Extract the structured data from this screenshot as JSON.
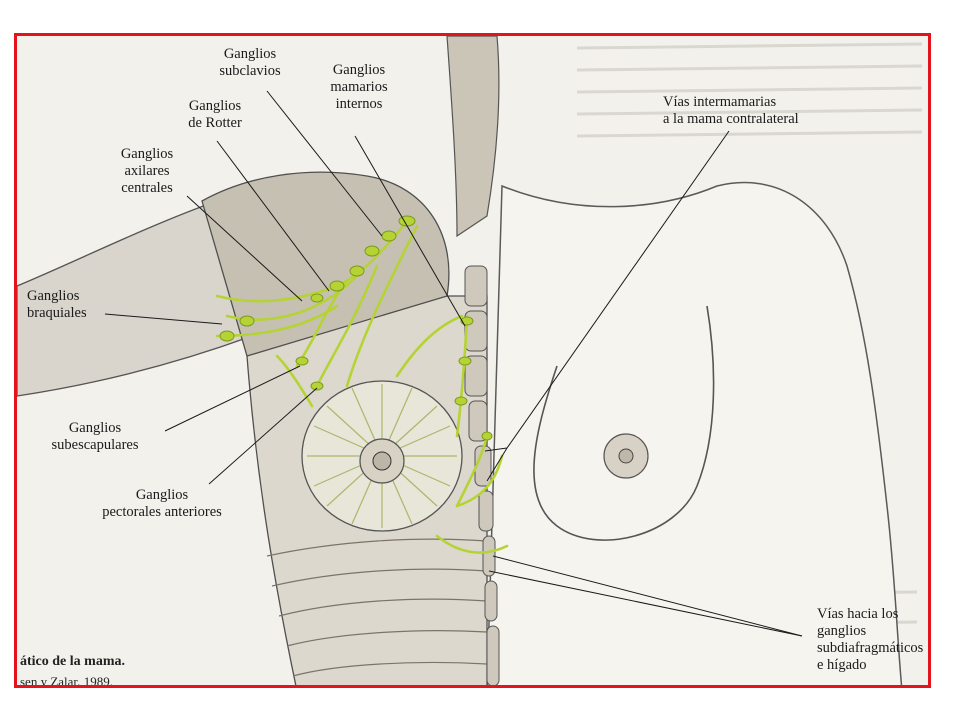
{
  "labels": {
    "subclavios": "Ganglios\nsubclavios",
    "mamarios": "Ganglios\nmamarios\ninternos",
    "rotter": "Ganglios\nde Rotter",
    "axilares": "Ganglios\naxilares\ncentrales",
    "braquiales": "Ganglios\nbraquiales",
    "subescapulares": "Ganglios\nsubescapulares",
    "pectorales": "Ganglios\npectorales anteriores",
    "intermamarias": "Vías intermamarias\na la mama contralateral",
    "subdiafragmaticos": "Vías hacia los\nganglios\nsubdiafragmáticos\ne hígado"
  },
  "caption": {
    "title": "ático de la mama.",
    "source": "sen y Zalar, 1989."
  },
  "colors": {
    "frame": "#e3141c",
    "lymph": "#b5d334",
    "ink": "#1a1a1a",
    "paper": "#f3f1ec"
  }
}
